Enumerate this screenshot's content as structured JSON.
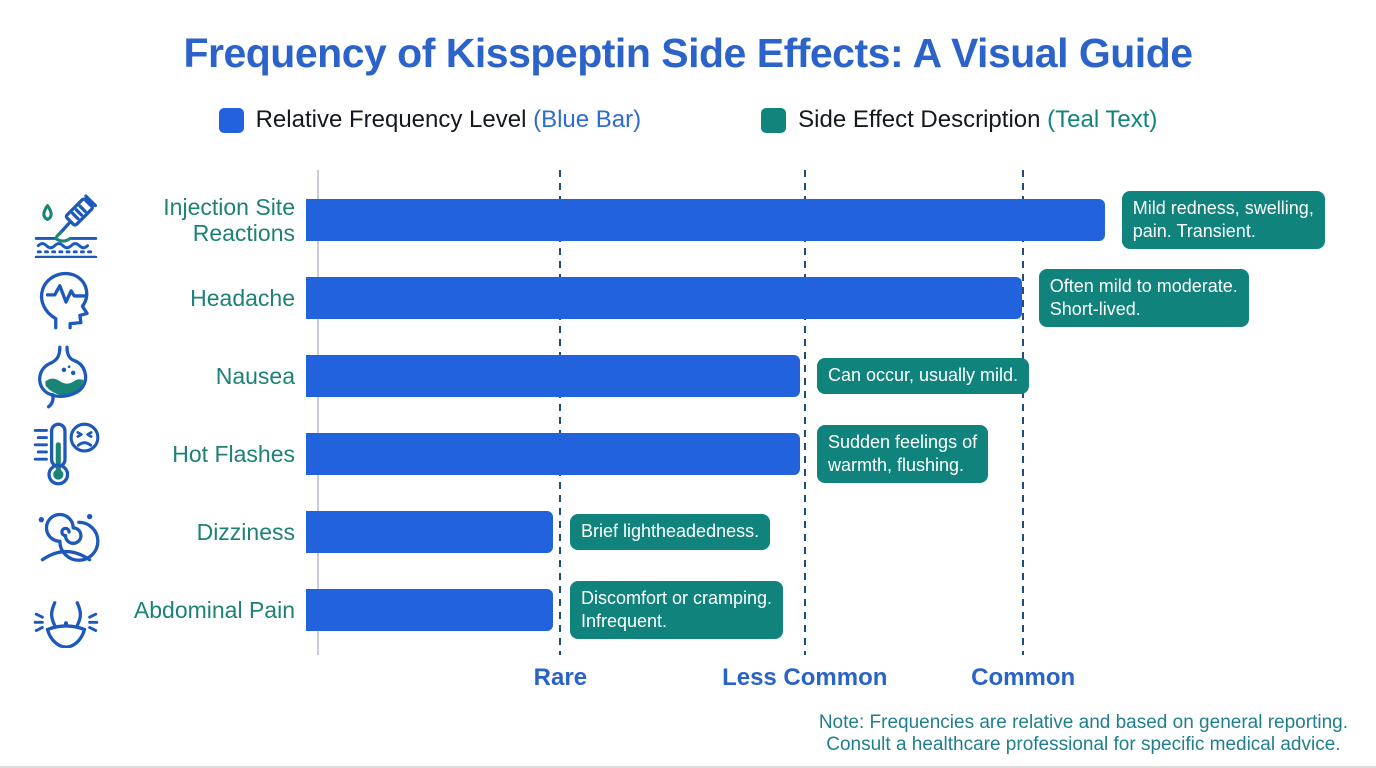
{
  "page": {
    "title": "Frequency of Kisspeptin Side Effects: A Visual Guide"
  },
  "legend": {
    "items": [
      {
        "label": "Relative Frequency Level ",
        "qualifier": "(Blue Bar)",
        "color": "#2262dc"
      },
      {
        "label": "Side Effect Description ",
        "qualifier": "(Teal Text)",
        "color": "#13847b"
      }
    ]
  },
  "axis": {
    "ticks": [
      {
        "label": "Rare",
        "pos": "23.4%"
      },
      {
        "label": "Less Common",
        "pos": "46.9%"
      },
      {
        "label": "Common",
        "pos": "67.9%"
      }
    ]
  },
  "rows": [
    {
      "label": "Injection Site Reactions",
      "icon": "syringe-skin-icon",
      "bar_width": "76%",
      "badge": "Mild redness, swelling,\npain. Transient."
    },
    {
      "label": "Headache",
      "icon": "head-pulse-icon",
      "bar_width": "68.1%",
      "badge": "Often mild to moderate.\nShort-lived."
    },
    {
      "label": "Nausea",
      "icon": "stomach-icon",
      "bar_width": "47%",
      "badge": "Can occur, usually mild."
    },
    {
      "label": "Hot Flashes",
      "icon": "thermometer-icon",
      "bar_width": "47%",
      "badge": "Sudden feelings of\nwarmth, flushing."
    },
    {
      "label": "Dizziness",
      "icon": "spiral-head-icon",
      "bar_width": "23.5%",
      "badge": "Brief lightheadedness."
    },
    {
      "label": "Abdominal Pain",
      "icon": "abdomen-icon",
      "bar_width": "23.5%",
      "badge": "Discomfort or cramping.\nInfrequent."
    }
  ],
  "note": "Note: Frequencies are relative and based on general reporting.\nConsult a healthcare professional for specific medical advice.",
  "colors": {
    "bar_blue": "#2262dc",
    "title_blue": "#2b63ca",
    "axis_label_blue": "#2a63c6",
    "badge_teal": "#0f837c",
    "label_teal": "#1d8176",
    "note_teal": "#207f8d",
    "gridline_navy": "#1f4e7a"
  },
  "chart_data": {
    "type": "bar",
    "orientation": "horizontal",
    "title": "Frequency of Kisspeptin Side Effects: A Visual Guide",
    "categories": [
      "Injection Site Reactions",
      "Headache",
      "Nausea",
      "Hot Flashes",
      "Dizziness",
      "Abdominal Pain"
    ],
    "series": [
      {
        "name": "Relative Frequency Level",
        "values_pct_of_axis": [
          76,
          68.1,
          47,
          47,
          23.5,
          23.5
        ],
        "qualitative_levels": [
          "Common (slightly beyond)",
          "Common",
          "Less Common",
          "Less Common",
          "Rare",
          "Rare"
        ]
      }
    ],
    "descriptions": [
      "Mild redness, swelling, pain. Transient.",
      "Often mild to moderate. Short-lived.",
      "Can occur, usually mild.",
      "Sudden feelings of warmth, flushing.",
      "Brief lightheadedness.",
      "Discomfort or cramping. Infrequent."
    ],
    "x_tick_labels": [
      "Rare",
      "Less Common",
      "Common"
    ],
    "x_tick_positions_pct": [
      23.4,
      46.9,
      67.9
    ],
    "grid": "dashed vertical at ticks",
    "legend_position": "top",
    "bar_color": "#2262dc",
    "annotation_style": "teal rounded badges right of bars"
  }
}
